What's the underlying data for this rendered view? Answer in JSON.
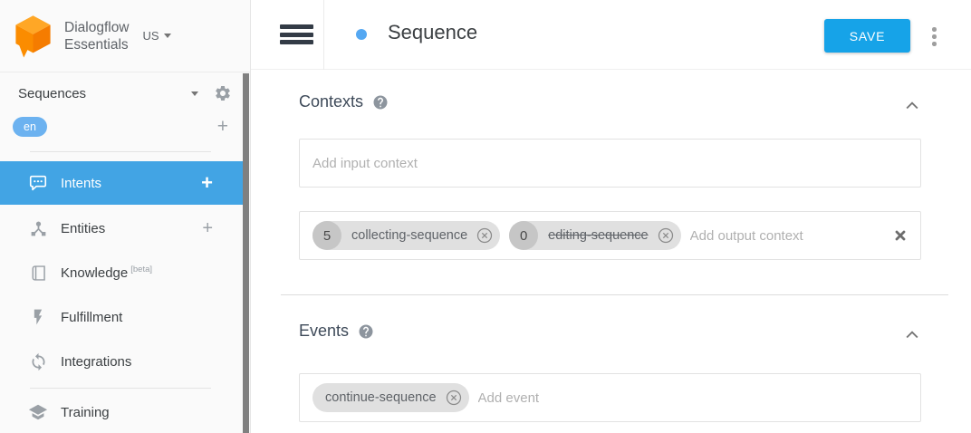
{
  "app": {
    "logo_line1": "Dialogflow",
    "logo_line2": "Essentials",
    "region": "US"
  },
  "header": {
    "title": "Sequence",
    "save_label": "SAVE"
  },
  "icons": {
    "plus": "+"
  },
  "sidebar": {
    "agent_name": "Sequences",
    "language": "en",
    "items": [
      {
        "label": "Intents",
        "icon": "chat-bubble",
        "active": true,
        "has_add": true
      },
      {
        "label": "Entities",
        "icon": "entity-tree",
        "active": false,
        "has_add": true
      },
      {
        "label": "Knowledge",
        "icon": "book",
        "badge": "[beta]",
        "active": false
      },
      {
        "label": "Fulfillment",
        "icon": "lightning-bolt",
        "active": false
      },
      {
        "label": "Integrations",
        "icon": "sync-arrows",
        "active": false
      },
      {
        "label": "Training",
        "icon": "graduation-cap",
        "active": false
      }
    ]
  },
  "contexts": {
    "title": "Contexts",
    "input_placeholder": "Add input context",
    "output_placeholder": "Add output context",
    "output_chips": [
      {
        "lifespan": "5",
        "name": "collecting-sequence",
        "strikethrough": false
      },
      {
        "lifespan": "0",
        "name": "editing-sequence",
        "strikethrough": true
      }
    ]
  },
  "events": {
    "title": "Events",
    "placeholder": "Add event",
    "chips": [
      {
        "name": "continue-sequence"
      }
    ]
  },
  "colors": {
    "save_button": "#16a3e8",
    "active_nav_item": "#42a4e4",
    "language_badge": "#6cb2f0",
    "title_dot": "#55a8f2",
    "logo_orange": "#F57C00"
  }
}
